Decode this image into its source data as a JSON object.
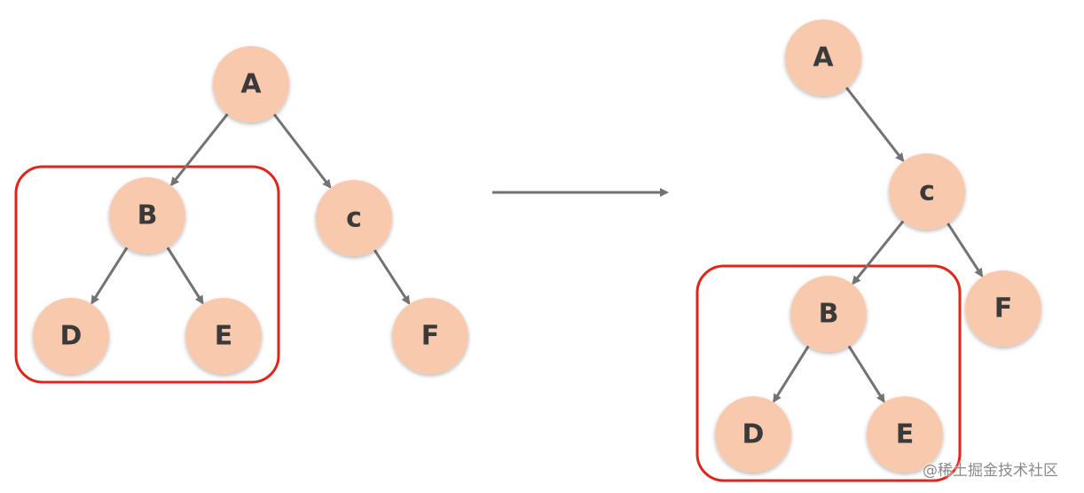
{
  "left_tree": {
    "nodes": [
      {
        "id": "A",
        "label": "A"
      },
      {
        "id": "B",
        "label": "B"
      },
      {
        "id": "C",
        "label": "c"
      },
      {
        "id": "D",
        "label": "D"
      },
      {
        "id": "E",
        "label": "E"
      },
      {
        "id": "F",
        "label": "F"
      }
    ],
    "edges": [
      [
        "A",
        "B"
      ],
      [
        "A",
        "C"
      ],
      [
        "B",
        "D"
      ],
      [
        "B",
        "E"
      ],
      [
        "C",
        "F"
      ]
    ],
    "highlighted_subtree": [
      "B",
      "D",
      "E"
    ]
  },
  "right_tree": {
    "nodes": [
      {
        "id": "A",
        "label": "A"
      },
      {
        "id": "C",
        "label": "c"
      },
      {
        "id": "B",
        "label": "B"
      },
      {
        "id": "F",
        "label": "F"
      },
      {
        "id": "D",
        "label": "D"
      },
      {
        "id": "E",
        "label": "E"
      }
    ],
    "edges": [
      [
        "A",
        "C"
      ],
      [
        "C",
        "B"
      ],
      [
        "C",
        "F"
      ],
      [
        "B",
        "D"
      ],
      [
        "B",
        "E"
      ]
    ],
    "highlighted_subtree": [
      "B",
      "D",
      "E"
    ]
  },
  "colors": {
    "node_fill": "#f9c9ae",
    "edge": "#737373",
    "highlight_frame": "#e1251b",
    "label": "#3a3a3a"
  },
  "watermark": "@稀土掘金技术社区"
}
